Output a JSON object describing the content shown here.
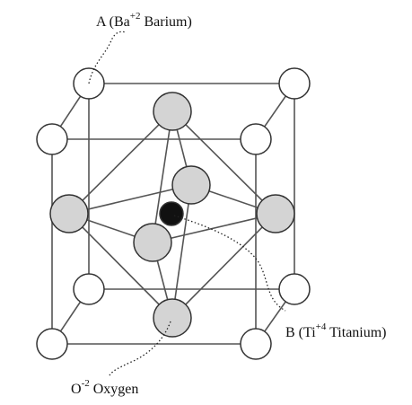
{
  "labels": {
    "a": {
      "prefix": "A (Ba",
      "charge": "+2",
      "suffix": " Barium)"
    },
    "b": {
      "prefix": "B (Ti",
      "charge": "+4",
      "suffix": " Titanium)"
    },
    "o": {
      "prefix": "O",
      "charge": "-2",
      "suffix": " Oxygen"
    }
  },
  "colors": {
    "line": "#555555",
    "barium_fill": "#ffffff",
    "oxygen_fill": "#d4d4d4",
    "titanium_fill": "#111111",
    "atom_stroke": "#333333"
  }
}
